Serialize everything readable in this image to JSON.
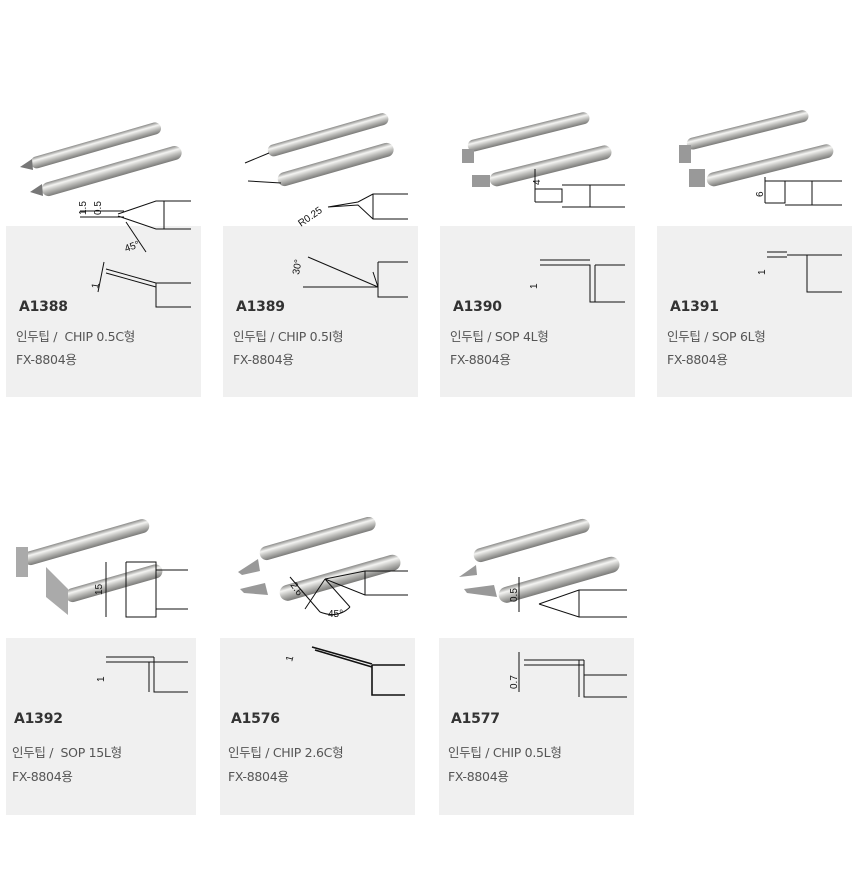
{
  "products": [
    {
      "code": "A1388",
      "desc": "인두팁 /  CHIP 0.5C형",
      "compat": "FX-8804용",
      "dims": [
        "1.5",
        "0.5",
        "45°",
        "1"
      ]
    },
    {
      "code": "A1389",
      "desc": "인두팁 / CHIP 0.5I형",
      "compat": "FX-8804용",
      "dims": [
        "R0.25",
        "30°"
      ]
    },
    {
      "code": "A1390",
      "desc": "인두팁 / SOP 4L형",
      "compat": "FX-8804용",
      "dims": [
        "4",
        "1"
      ]
    },
    {
      "code": "A1391",
      "desc": "인두팁 / SOP 6L형",
      "compat": "FX-8804용",
      "dims": [
        "6",
        "1"
      ]
    },
    {
      "code": "A1392",
      "desc": "인두팁 /  SOP 15L형",
      "compat": "FX-8804용",
      "dims": [
        "15",
        "1"
      ]
    },
    {
      "code": "A1576",
      "desc": "인두팁 / CHIP 2.6C형",
      "compat": "FX-8804용",
      "dims": [
        "2.6",
        "45°",
        "1"
      ]
    },
    {
      "code": "A1577",
      "desc": "인두팁 / CHIP 0.5L형",
      "compat": "FX-8804용",
      "dims": [
        "0.5",
        "0.7"
      ]
    }
  ],
  "colors": {
    "card_bg": "#f0f0f0",
    "code_text": "#333333",
    "desc_text": "#555555"
  }
}
